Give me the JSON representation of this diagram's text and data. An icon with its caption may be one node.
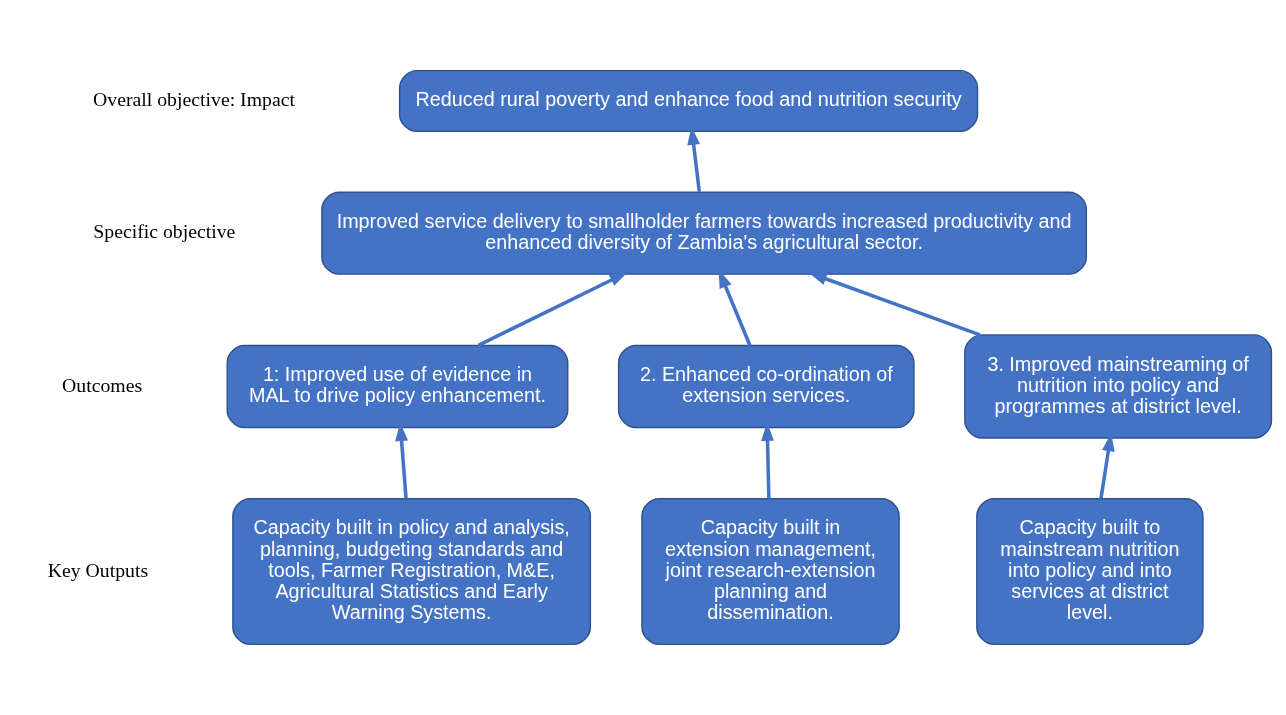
{
  "diagram": {
    "nodes": [
      {
        "text": [
          "Reduced rural poverty and enhance food and nutrition security"
        ]
      },
      {
        "text": [
          "Improved service delivery to smallholder farmers towards increased productivity and enhanced diversity of Zambia's agricultural sector."
        ]
      },
      {
        "text": [
          "1: Improved use of evidence in MAL to drive policy enhancement."
        ]
      },
      {
        "text": [
          "2. Enhanced co-ordination of extension services."
        ]
      },
      {
        "text": [
          "3. Improved mainstreaming of nutrition into policy and programmes at district level."
        ]
      },
      {
        "text": [
          "Capacity built in policy and analysis, planning, budgeting standards and tools, Farmer Registration, M&E, Agricultural Statistics and Early Warning Systems."
        ]
      },
      {
        "text": [
          "Capacity built in extension management, joint research-extension planning and dissemination."
        ]
      },
      {
        "text": [
          "Capacity built to mainstream nutrition into policy and into services at district level."
        ]
      }
    ],
    "edges": [
      {
        "from": 1,
        "to": 0,
        "arrow": "to"
      },
      {
        "from": 2,
        "to": 1,
        "arrow": "to"
      },
      {
        "from": 3,
        "to": 1,
        "arrow": "to"
      },
      {
        "from": 4,
        "to": 1,
        "arrow": "to"
      },
      {
        "from": 5,
        "to": 2,
        "arrow": "to"
      },
      {
        "from": 6,
        "to": 3,
        "arrow": "to"
      },
      {
        "from": 7,
        "to": 4,
        "arrow": "to"
      }
    ],
    "labels": [
      "Overall objective: Impact",
      "Specific objective",
      "Outcomes",
      "Key Outputs"
    ]
  }
}
